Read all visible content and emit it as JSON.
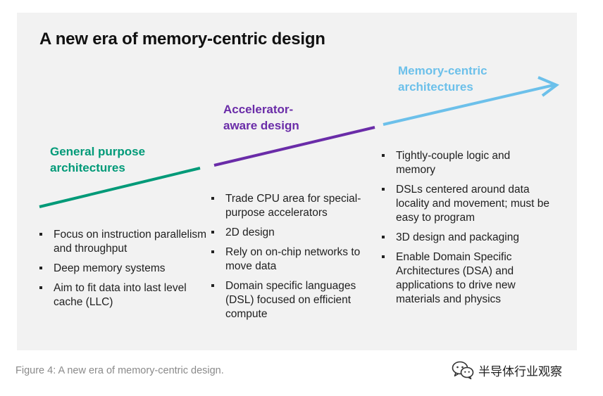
{
  "title": "A new era of memory-centric design",
  "colors": {
    "phase1": "#009a78",
    "phase2": "#6a2ca8",
    "phase3": "#6cc0ea",
    "panel": "#f2f2f2"
  },
  "phases": [
    {
      "label_line1": "General purpose",
      "label_line2": "architectures",
      "points": [
        "Focus on instruction parallelism and throughput",
        "Deep memory systems",
        "Aim to fit data into last level cache (LLC)"
      ]
    },
    {
      "label_line1": "Accelerator-",
      "label_line2": "aware design",
      "points": [
        "Trade CPU area for special-purpose accelerators",
        "2D design",
        "Rely on on-chip networks to move data",
        "Domain specific languages (DSL) focused on efficient compute"
      ]
    },
    {
      "label_line1": "Memory-centric",
      "label_line2": "architectures",
      "points": [
        "Tightly-couple logic and memory",
        "DSLs centered around data locality and movement; must be easy to program",
        "3D design and packaging",
        "Enable Domain Specific Architectures (DSA) and applications to drive new materials and physics"
      ]
    }
  ],
  "caption": "Figure 4: A new era of memory-centric design.",
  "watermark": {
    "text": "半导体行业观察",
    "icon": "wechat-icon"
  }
}
